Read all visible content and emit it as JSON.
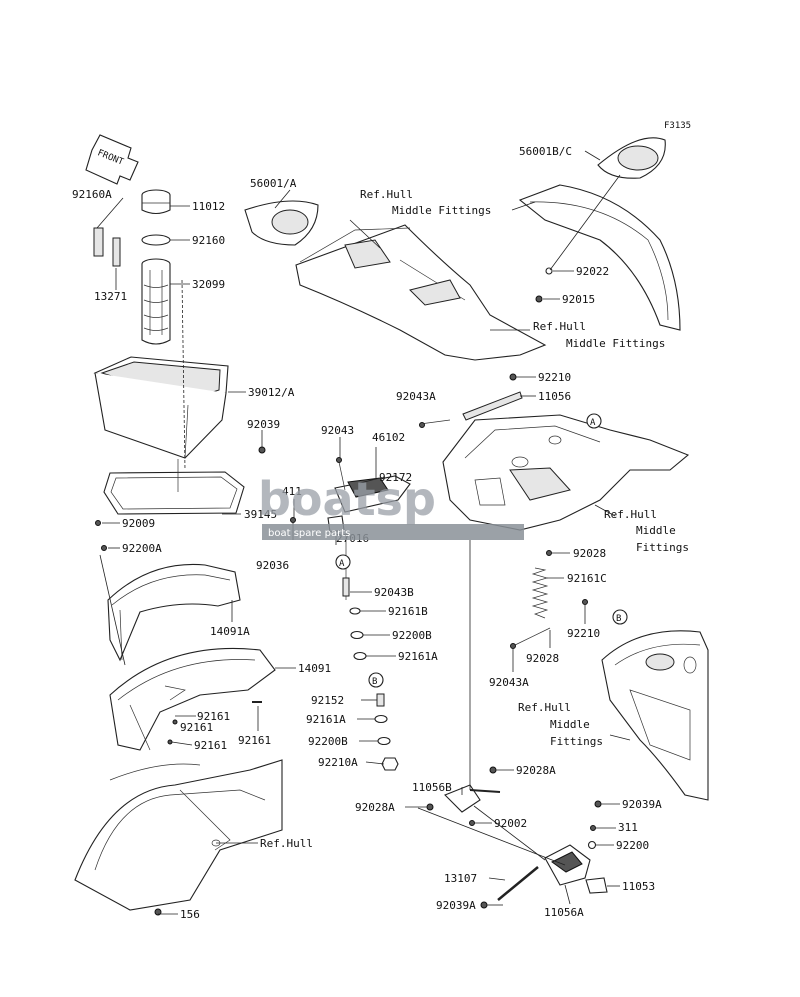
{
  "figure_code": "F3135",
  "front_label": "FRONT",
  "watermark": {
    "brand": "boatsp",
    "tagline": "boat spare parts"
  },
  "callouts": {
    "c92160A": "92160A",
    "c11012": "11012",
    "c92160": "92160",
    "c13271": "13271",
    "c32099": "32099",
    "c39012A": "39012/A",
    "c92039": "92039",
    "c39145": "39145",
    "c92009": "92009",
    "c92200A": "92200A",
    "c14091A": "14091A",
    "c14091": "14091",
    "c92161_a": "92161",
    "c92161_b": "92161",
    "c92161_c": "92161",
    "c92161_d": "92161",
    "c156": "156",
    "c56001A": "56001/A",
    "c56001BC": "56001B/C",
    "c92022": "92022",
    "c92015": "92015",
    "c92210_top": "92210",
    "c92043A_top": "92043A",
    "c11056": "11056",
    "c92043": "92043",
    "c46102": "46102",
    "c92172": "92172",
    "c411": "411",
    "c27016": "27016",
    "c92036": "92036",
    "c92043B": "92043B",
    "c92161B": "92161B",
    "c92200B_a": "92200B",
    "c92161A_a": "92161A",
    "c92152": "92152",
    "c92161A_b": "92161A",
    "c92200B_b": "92200B",
    "c92210A": "92210A",
    "c92028_a": "92028",
    "c92161C": "92161C",
    "c92210_mid": "92210",
    "c92028_b": "92028",
    "c92043A_bot": "92043A",
    "c92028A_a": "92028A",
    "c11056B": "11056B",
    "c92028A_b": "92028A",
    "c92002": "92002",
    "c92039A_a": "92039A",
    "c311": "311",
    "c92200": "92200",
    "c13107": "13107",
    "c11053": "11053",
    "c92039A_b": "92039A",
    "c11056A": "11056A"
  },
  "references": {
    "hull_fittings_1_l1": "Ref.Hull",
    "hull_fittings_1_l2": "Middle Fittings",
    "hull_fittings_2_l1": "Ref.Hull",
    "hull_fittings_2_l2": "Middle Fittings",
    "hull_fittings_3_l1": "Ref.Hull",
    "hull_fittings_3_l2": "Middle",
    "hull_fittings_3_l3": "Fittings",
    "hull_fittings_4_l1": "Ref.Hull",
    "hull_fittings_4_l2": "Middle",
    "hull_fittings_4_l3": "Fittings",
    "ref_hull": "Ref.Hull"
  },
  "markers": {
    "a1": "A",
    "a2": "A",
    "b1": "B",
    "b2": "B"
  }
}
